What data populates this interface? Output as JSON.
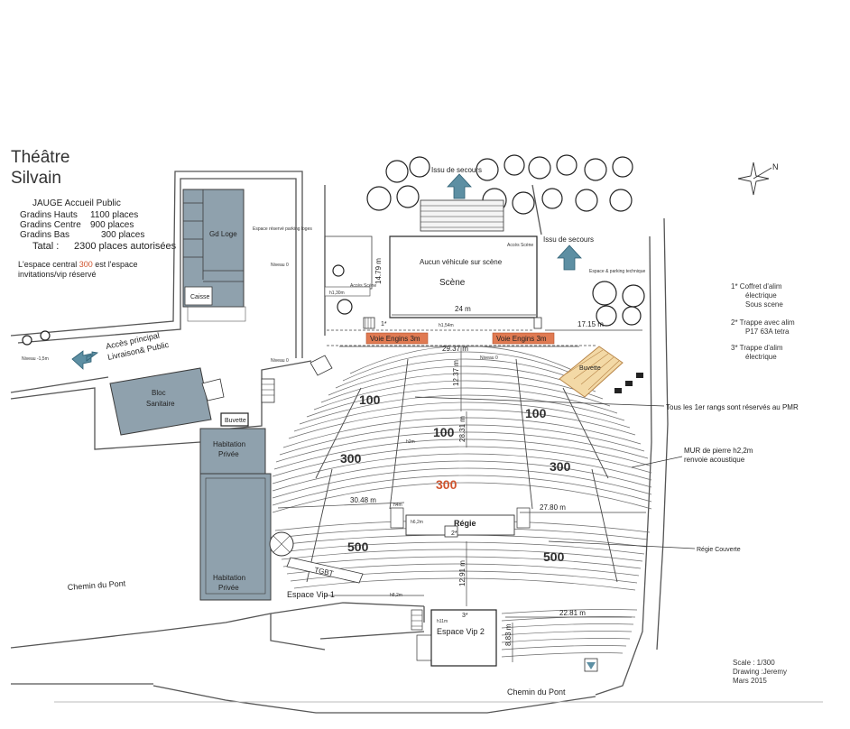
{
  "title": {
    "line1": "Théâtre",
    "line2": "Silvain"
  },
  "capacity": {
    "heading": "JAUGE Accueil Public",
    "rows": [
      {
        "label": "Gradins Hauts",
        "value": "1100 places"
      },
      {
        "label": "Gradins Centre",
        "value": "900 places"
      },
      {
        "label": "Gradins Bas",
        "value": "300 places"
      }
    ],
    "total_label": "Tatal :",
    "total_value": "2300 places autorisées"
  },
  "central_note": {
    "line1_before": "L'espace central ",
    "line1_highlight": "300",
    "line1_after": " est l'espace",
    "line2": "invitations/vip réservé"
  },
  "buildings": {
    "gd_loge": "Gd Loge",
    "caisse": "Caisse",
    "bloc_sanitaire_1": "Bloc",
    "bloc_sanitaire_2": "Sanitaire",
    "buvette_left": "Buvette",
    "buvette_right": "Buvette",
    "habitation_top_1": "Habitation",
    "habitation_top_2": "Privée",
    "habitation_bottom_1": "Habitation",
    "habitation_bottom_2": "Privée",
    "espace_vip1": "Espace Vip 1",
    "espace_vip2": "Espace Vip 2",
    "tgbt": "TGBT",
    "regie": "Régie"
  },
  "labels": {
    "issu_secours_top": "Issu de secours",
    "issu_secours_right": "Issu de secours",
    "parking_loges": "Espace réservé parking loges",
    "niveau0_a": "Niveau 0",
    "niveau0_b": "Niveau 0",
    "niveau0_c": "Niveau 0",
    "niveau_m15": "Niveau -1,5m",
    "acces_scene_left": "Accès Scène",
    "acces_scene_right": "Accès Scène",
    "h130": "h1,30m",
    "aucun_vehicule": "Aucun véhicule sur scène",
    "scene": "Scène",
    "h154": "h1,54m",
    "parking_technique": "Espace & parking technique",
    "acces_principal_1": "Accès principal",
    "acces_principal_2": "Livraison& Public",
    "voie_engins_left": "Voie Engins 3m",
    "voie_engins_right": "Voie Engins 3m",
    "pmr_note": "Tous les 1er rangs sont réservés au PMR",
    "mur_1": "MUR de pierre h2,2m",
    "mur_2": "renvoie acoustique",
    "regie_couverte": "Régie Couverte",
    "chemin_left": "Chemin du Pont",
    "chemin_bottom": "Chemin du Pont",
    "h2m": "h2m",
    "h4m": "h4m",
    "h62": "h6,2m",
    "h82": "h8,2m",
    "h11m": "h11m",
    "star_1": "1*",
    "star_2": "2*",
    "star_3": "3*",
    "north": "N"
  },
  "sections": {
    "s100_left": "100",
    "s100_center": "100",
    "s100_right": "100",
    "s300_left": "300",
    "s300_center": "300",
    "s300_right": "300",
    "s500_left": "500",
    "s500_right": "500"
  },
  "dimensions": {
    "d1479": "14.79 m",
    "d24": "24 m",
    "d1715": "17.15 m",
    "d2937": "29.37 m",
    "d1237": "12.37 m",
    "d2831": "28.31 m",
    "d3048": "30.48 m",
    "d2780": "27.80 m",
    "d1291": "12.91 m",
    "d2281": "22.81 m",
    "d883": "8.83 m"
  },
  "legend": {
    "l1": [
      "1* Coffret d'alim",
      "électrique",
      "Sous scene"
    ],
    "l2": [
      "2* Trappe avec alim",
      "P17 63A tetra"
    ],
    "l3": [
      "3* Trappe d'alim",
      "électrique"
    ]
  },
  "footer": {
    "scale": "Scale : 1/300",
    "drawing": "Drawing :Jeremy",
    "date": "Mars 2015"
  },
  "colors": {
    "building": "#8fa1ad",
    "voie_engins": "#e07a52",
    "arrow": "#5d8fa3",
    "buvette": "#f3d9a6",
    "section_300_center": "#d0552f"
  }
}
